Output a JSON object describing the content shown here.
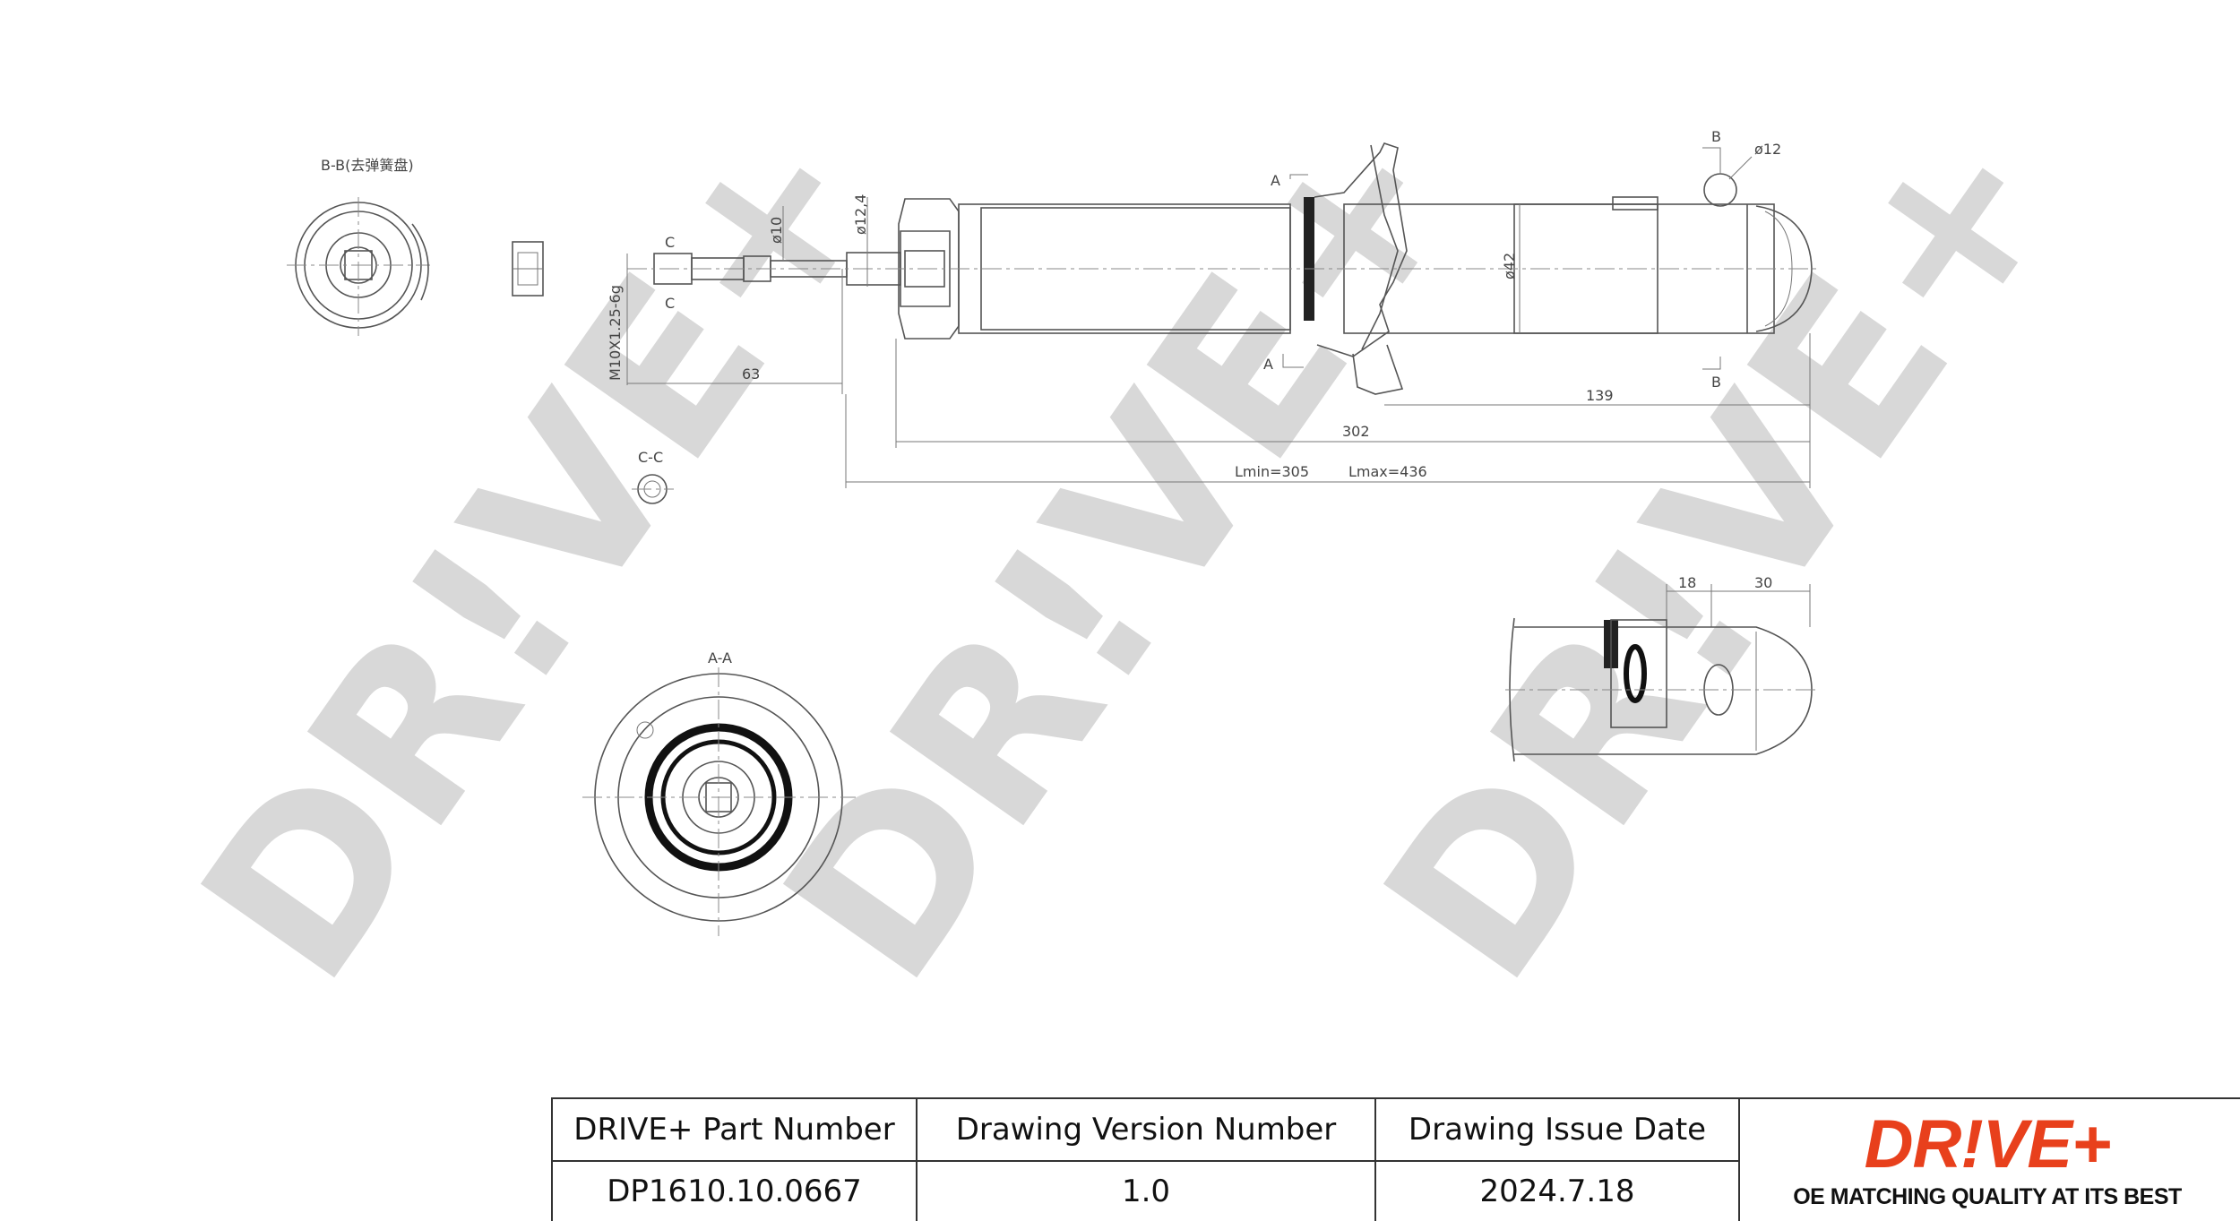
{
  "watermark": {
    "text": "DR!VE+"
  },
  "views": {
    "bb_label": "B-B(去弹簧盘)",
    "aa_label": "A-A",
    "cc_label": "C-C"
  },
  "dimensions": {
    "d10": "ø10",
    "d12_4": "ø12,4",
    "thread": "M10X1.25-6g",
    "d63": "63",
    "d42": "ø42",
    "d139": "139",
    "d302": "302",
    "lmin": "Lmin=305",
    "lmax": "Lmax=436",
    "d12": "ø12",
    "d18": "18",
    "d30": "30",
    "section_a": "A",
    "section_b": "B",
    "section_c": "C"
  },
  "title_block": {
    "part_number_label": "DRIVE+ Part Number",
    "part_number": "DP1610.10.0667",
    "version_label": "Drawing Version Number",
    "version": "1.0",
    "issue_date_label": "Drawing Issue Date",
    "issue_date": "2024.7.18"
  },
  "logo": {
    "brand": "DR!VE+",
    "tagline": "OE MATCHING QUALITY AT ITS BEST",
    "color": "#e8401c"
  }
}
